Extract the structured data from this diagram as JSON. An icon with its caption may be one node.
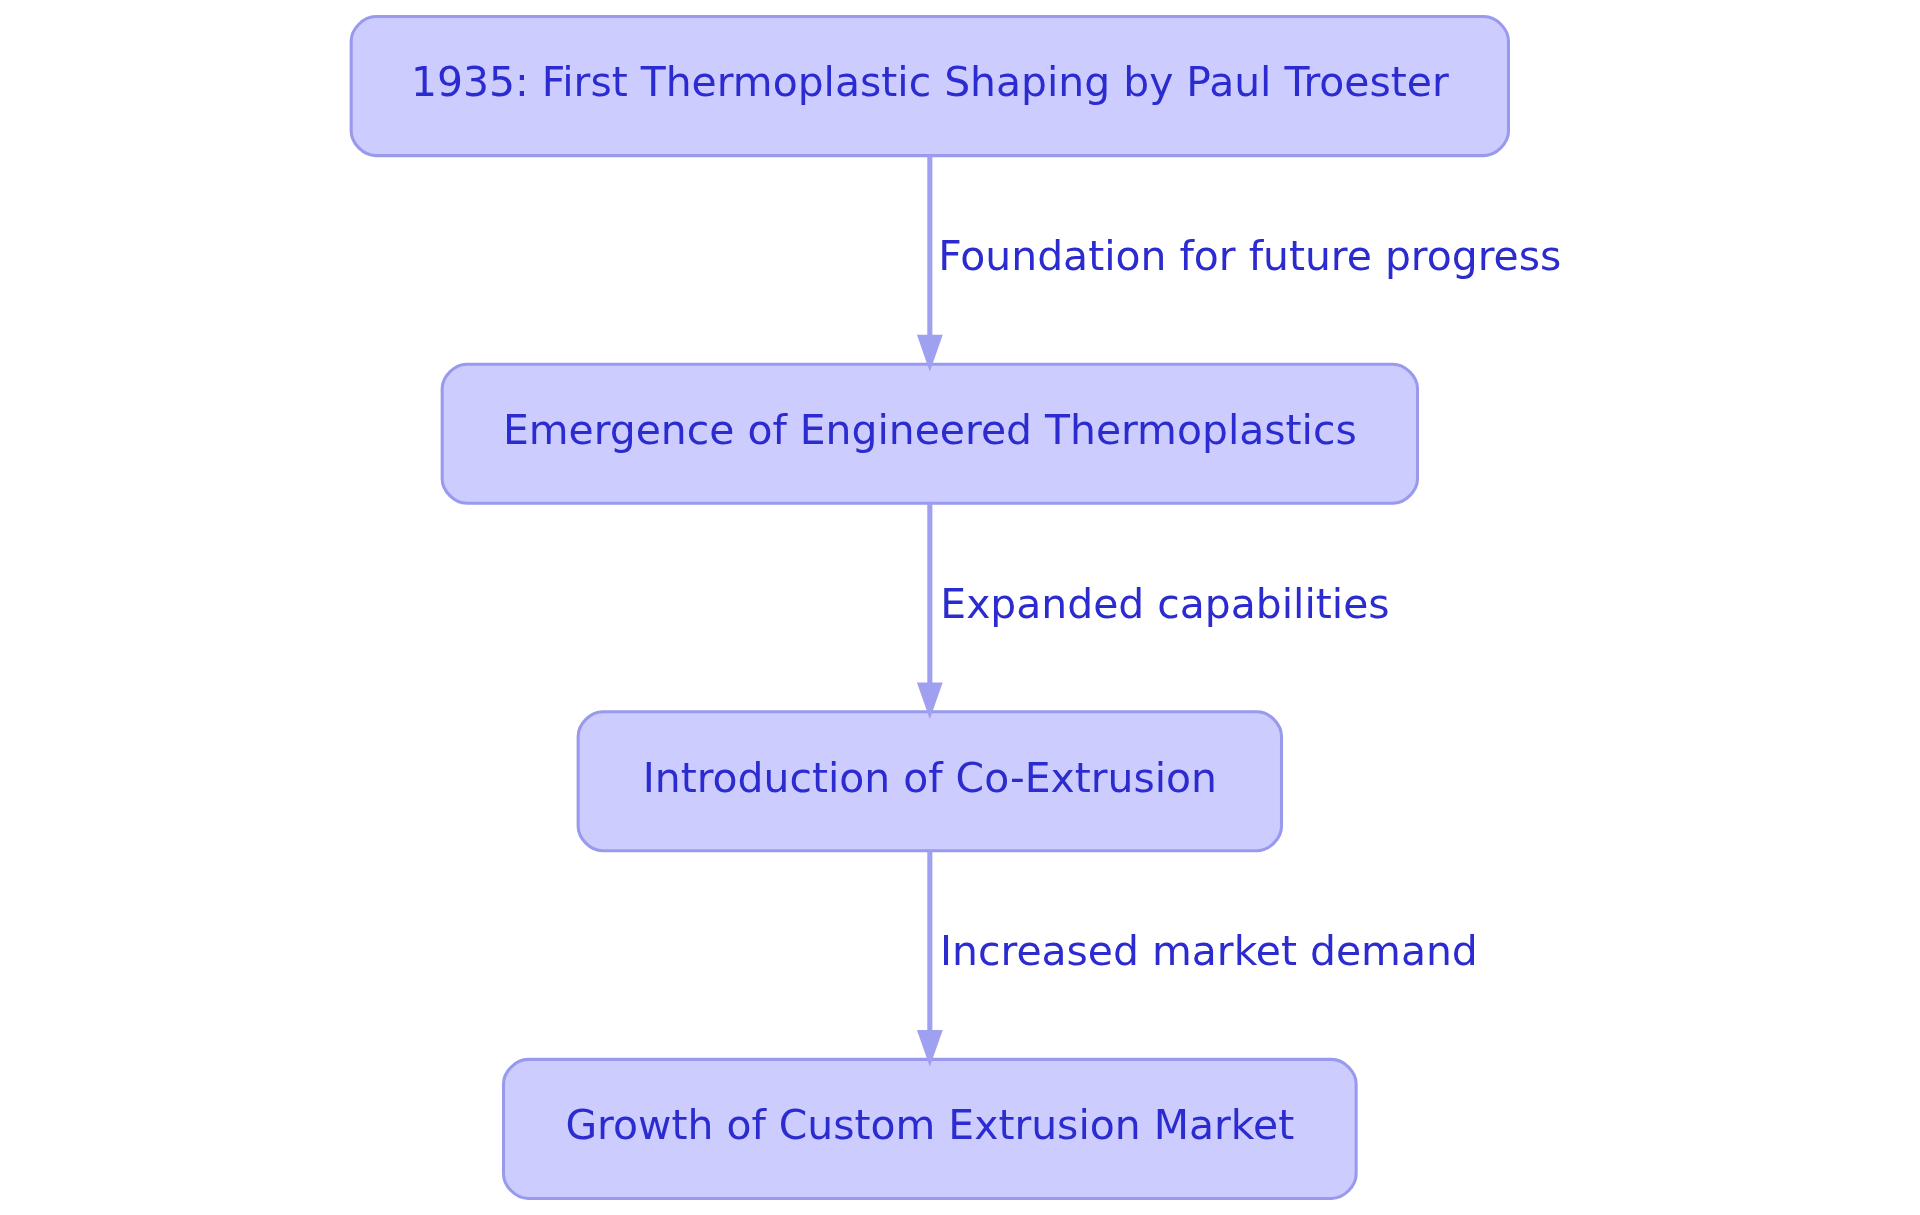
{
  "diagram": {
    "nodes": [
      {
        "text": [
          "1935: First Thermoplastic Shaping by Paul Troester"
        ]
      },
      {
        "text": [
          "Emergence of Engineered Thermoplastics"
        ]
      },
      {
        "text": [
          "Introduction of Co-Extrusion"
        ]
      },
      {
        "text": [
          "Growth of Custom Extrusion Market"
        ]
      }
    ],
    "edges": [
      {
        "from": 0,
        "to": 1,
        "arrow": "to",
        "label": "Foundation for future progress"
      },
      {
        "from": 1,
        "to": 2,
        "arrow": "to",
        "label": "Expanded capabilities"
      },
      {
        "from": 2,
        "to": 3,
        "arrow": "to",
        "label": "Increased market demand"
      }
    ]
  }
}
